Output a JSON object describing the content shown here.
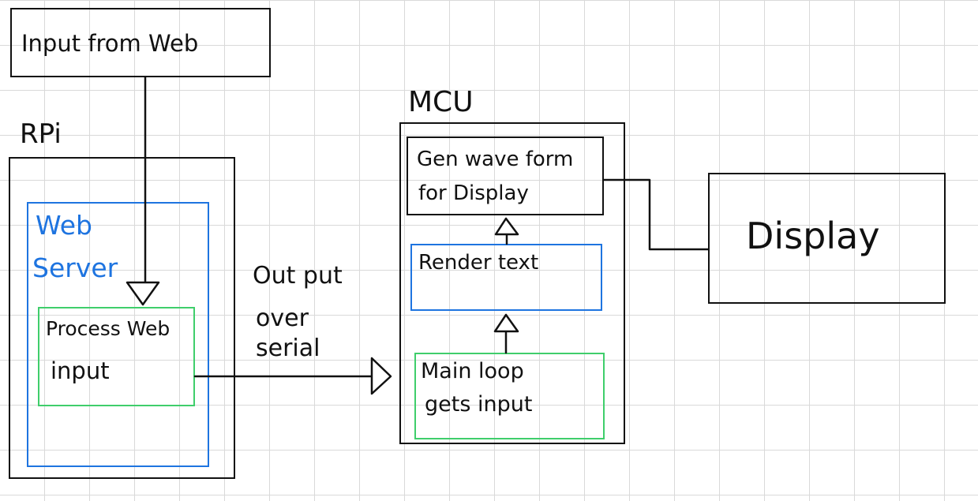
{
  "input": {
    "label": "Input from Web"
  },
  "rpi": {
    "label": "RPi"
  },
  "web_server": {
    "label_line1": "Web",
    "label_line2": "Server"
  },
  "process": {
    "label_line1": "Process Web",
    "label_line2": "input"
  },
  "serial": {
    "line1": "Out put",
    "line2": "over",
    "line3": "serial"
  },
  "mcu": {
    "label": "MCU"
  },
  "gen_wave": {
    "label_line1": "Gen wave form",
    "label_line2": "for Display"
  },
  "render": {
    "label": "Render text"
  },
  "main_loop": {
    "label_line1": "Main loop",
    "label_line2": "gets input"
  },
  "display": {
    "label": "Display"
  },
  "colors": {
    "black": "#111111",
    "blue": "#1e74e0",
    "green": "#3fce6b",
    "grid": "#d9d9d9"
  }
}
